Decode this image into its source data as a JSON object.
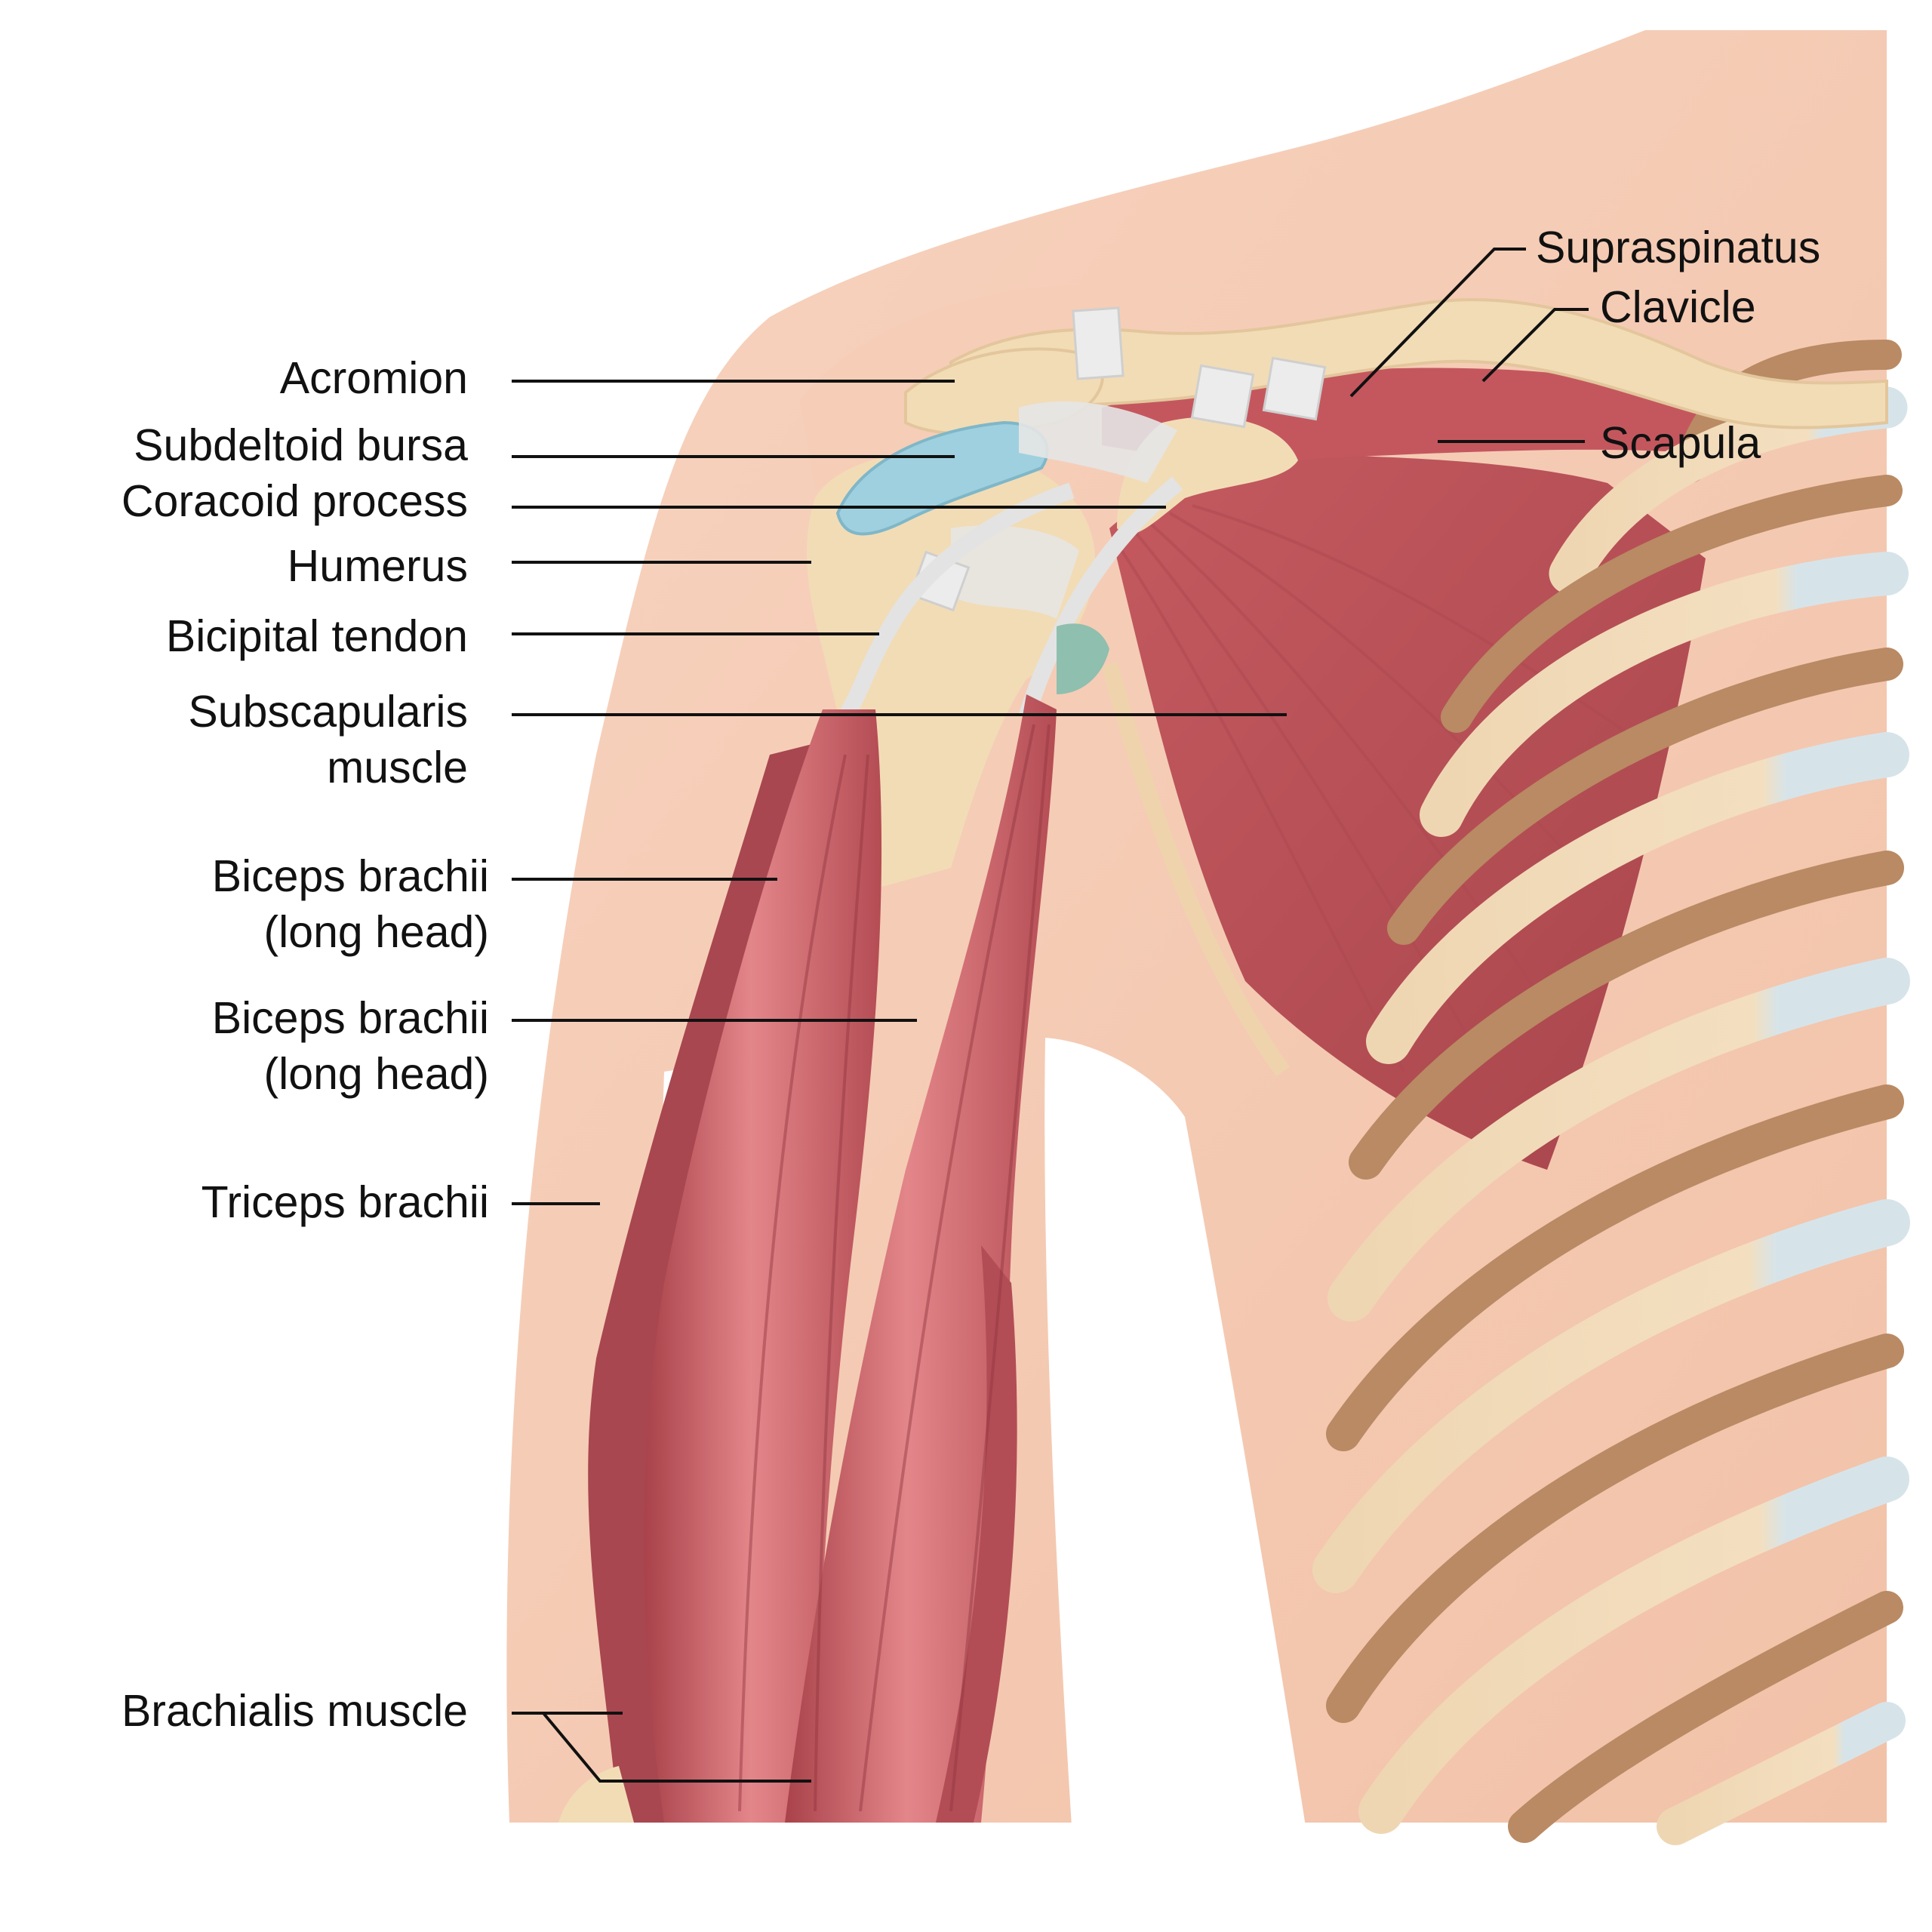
{
  "colors": {
    "skin": "#f4c9b0",
    "skin_light": "#f9dccb",
    "muscle": "#c4575e",
    "muscle_light": "#e08484",
    "muscle_dark": "#9c3a42",
    "bone": "#f2dcb6",
    "bone_dark": "#b98a63",
    "cartilage": "#d7e5ea",
    "bursa": "#9fd0df",
    "tendon": "#e8e8e8",
    "leader_line": "#111111"
  },
  "labels": {
    "acromion": "Acromion",
    "subdeltoid_bursa": "Subdeltoid bursa",
    "coracoid_process": "Coracoid process",
    "humerus": "Humerus",
    "bicipital_tendon": "Bicipital tendon",
    "subscapularis_l1": "Subscapularis",
    "subscapularis_l2": "muscle",
    "biceps_long_1_l1": "Biceps brachii",
    "biceps_long_1_l2": "(long head)",
    "biceps_long_2_l1": "Biceps brachii",
    "biceps_long_2_l2": "(long head)",
    "triceps_brachii": "Triceps brachii",
    "brachialis_muscle": "Brachialis muscle",
    "supraspinatus": "Supraspinatus",
    "clavicle": "Clavicle",
    "scapula": "Scapula"
  }
}
